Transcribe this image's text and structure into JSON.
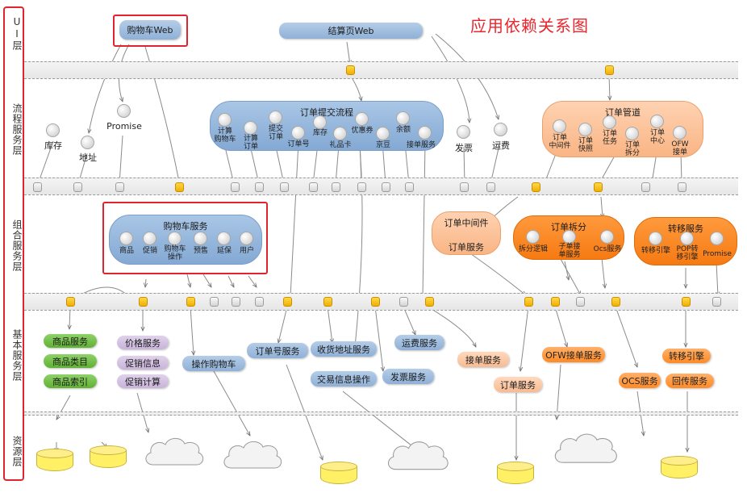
{
  "title": "应用依赖关系图",
  "layers": {
    "ui": "UI层",
    "flow": "流程服务层",
    "compose": "组合服务层",
    "basic": "基本服务层",
    "resource": "资源层"
  },
  "ui_layer": {
    "cart_web": "购物车Web",
    "checkout_web": "结算页Web"
  },
  "flow_layer": {
    "standalone": {
      "inventory": "库存",
      "address": "地址",
      "promise": "Promise",
      "invoice": "发票",
      "freight": "运费"
    },
    "order_submit": {
      "title": "订单提交流程",
      "items": [
        "计算\n购物车",
        "计算\n订单",
        "提交\n订单",
        "订单号",
        "库存",
        "礼品卡",
        "优惠券",
        "京豆",
        "余额",
        "接单服务"
      ]
    },
    "order_pipeline": {
      "title": "订单管道",
      "items": [
        "订单\n中间件",
        "订单\n快照",
        "订单\n任务",
        "订单\n拆分",
        "订单\n中心",
        "OFW\n接单"
      ]
    }
  },
  "compose_layer": {
    "cart_service": {
      "title": "购物车服务",
      "items": [
        "商品",
        "促销",
        "购物车\n操作",
        "预售",
        "延保",
        "用户"
      ]
    },
    "order_middleware": {
      "title": "订单中间件",
      "items": [
        "订单服务"
      ]
    },
    "order_split": {
      "title": "订单拆分",
      "items": [
        "拆分逻辑",
        "子单接\n单服务",
        "Ocs服务"
      ]
    },
    "transfer_service": {
      "title": "转移服务",
      "items": [
        "转移引擎",
        "POP转\n移引擎",
        "Promise"
      ]
    }
  },
  "basic_layer": {
    "product_service": "商品服务",
    "product_category": "商品类目",
    "product_index": "商品索引",
    "price_service": "价格服务",
    "promo_info": "促销信息",
    "promo_calc": "促销计算",
    "cart_operation": "操作购物车",
    "order_no_service": "订单号服务",
    "address_service": "收货地址服务",
    "trade_info_op": "交易信息操作",
    "invoice_service": "发票服务",
    "freight_service": "运费服务",
    "receive_order_service": "接单服务",
    "order_service": "订单服务",
    "ofw_receive_service": "OFW接单服务",
    "ocs_service": "OCS服务",
    "transfer_engine": "转移引擎",
    "callback_service": "回传服务"
  },
  "colors": {
    "title_red": "#e8272d",
    "highlight_red": "#e0242e",
    "blue_box": "#8fb0d6",
    "green_box": "#5fb133",
    "purple_box": "#c9b3da",
    "orange_box": "#ff8a25",
    "peach_box": "#f7bb92",
    "port_yellow": "#f0b000",
    "db_yellow": "#fff066"
  }
}
